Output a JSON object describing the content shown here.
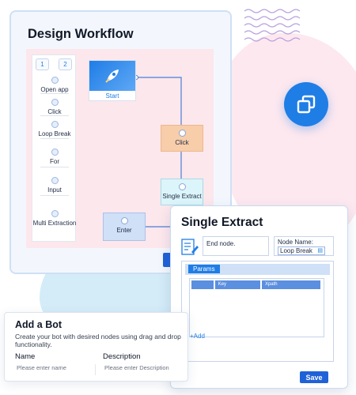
{
  "workflow": {
    "title": "Design Workflow",
    "page_tabs": [
      "1",
      "2"
    ],
    "tools": [
      {
        "label": "Open app",
        "icon": "browser-icon"
      },
      {
        "label": "Click",
        "icon": "pointer-icon"
      },
      {
        "label": "Loop Break",
        "icon": "loop-icon"
      },
      {
        "label": "For",
        "icon": "for-icon"
      },
      {
        "label": "Input",
        "icon": "input-icon"
      },
      {
        "label": "Multi Extraction",
        "icon": "multi-extract-icon"
      }
    ],
    "nodes": {
      "start": "Start",
      "click": "Click",
      "extract": "Single Extract",
      "enter": "Enter"
    }
  },
  "extract_panel": {
    "title": "Single Extract",
    "end_node": "End node.",
    "node_name_label": "Node Name:",
    "node_name_value": "Loop Break",
    "params_tab": "Params",
    "columns": [
      "",
      "Key",
      "Xpath"
    ],
    "add_label": "+Add",
    "save_label": "Save"
  },
  "bot_card": {
    "title": "Add a Bot",
    "description": "Create your bot with desired nodes using drag and drop functionality.",
    "name_label": "Name",
    "name_placeholder": "Please enter name",
    "description_label": "Description",
    "description_placeholder": "Please enter Description"
  },
  "colors": {
    "accent": "#1f7de6",
    "canvas": "#fce7ec",
    "click_node": "#f7cdaa",
    "extract_node": "#dcf5fa",
    "enter_node": "#cfe0f7"
  }
}
